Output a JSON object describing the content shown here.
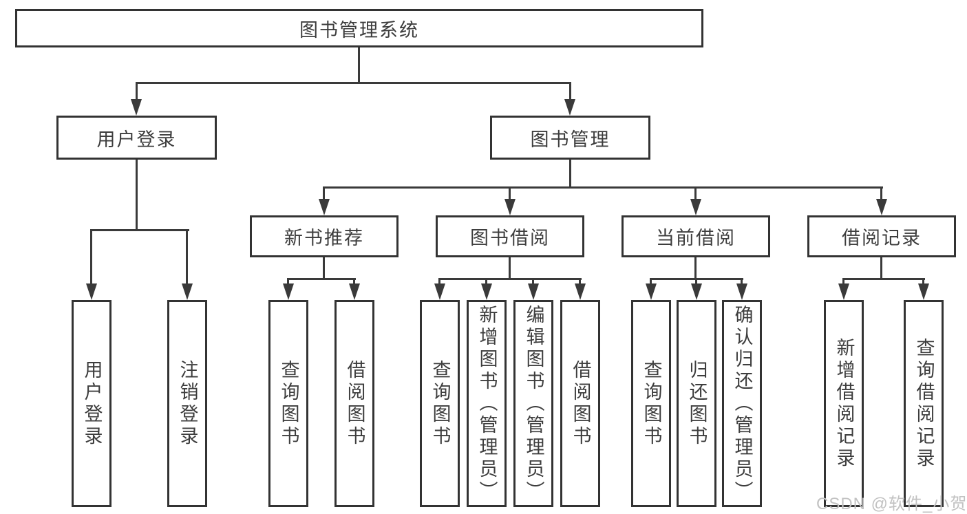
{
  "tree": {
    "root": {
      "label": "图书管理系统",
      "children": [
        {
          "label": "用户登录",
          "children": [
            {
              "label": "用户登录"
            },
            {
              "label": "注销登录"
            }
          ]
        },
        {
          "label": "图书管理",
          "children": [
            {
              "label": "新书推荐",
              "children": [
                {
                  "label": "查询图书"
                },
                {
                  "label": "借阅图书"
                }
              ]
            },
            {
              "label": "图书借阅",
              "children": [
                {
                  "label": "查询图书"
                },
                {
                  "label": "新增图书（管理员）"
                },
                {
                  "label": "编辑图书（管理员）"
                },
                {
                  "label": "借阅图书"
                }
              ]
            },
            {
              "label": "当前借阅",
              "children": [
                {
                  "label": "查询图书"
                },
                {
                  "label": "归还图书"
                },
                {
                  "label": "确认归还（管理员）"
                }
              ]
            },
            {
              "label": "借阅记录",
              "children": [
                {
                  "label": "新增借阅记录"
                },
                {
                  "label": "查询借阅记录"
                }
              ]
            }
          ]
        }
      ]
    }
  },
  "watermark": {
    "text": "CSDN @软件_小贺同学"
  },
  "colors": {
    "line": "#3a3a3a",
    "text": "#3d3d3d",
    "box_background": "#ffffff",
    "page_background": "#ffffff",
    "watermark": "#c2c2c2"
  }
}
